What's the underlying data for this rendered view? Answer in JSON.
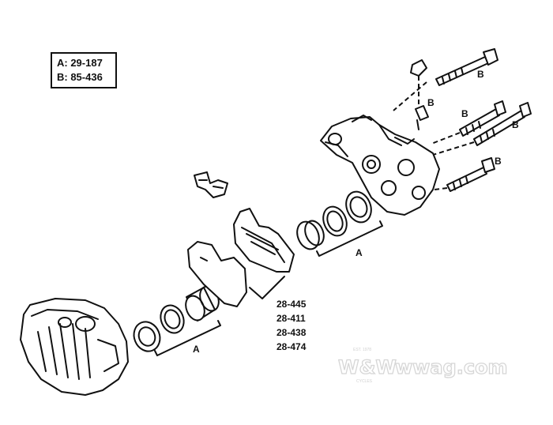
{
  "legend": {
    "row_a": "A:  29-187",
    "row_b": "B:  85-436"
  },
  "callouts": {
    "a": "A",
    "b": "B"
  },
  "part_numbers": [
    "28-445",
    "28-411",
    "28-438",
    "28-474"
  ],
  "watermark": {
    "brand": "W&W",
    "site": "wwag.com",
    "tagline_top": "EST. 1978",
    "tagline_bottom": "CYCLES"
  }
}
